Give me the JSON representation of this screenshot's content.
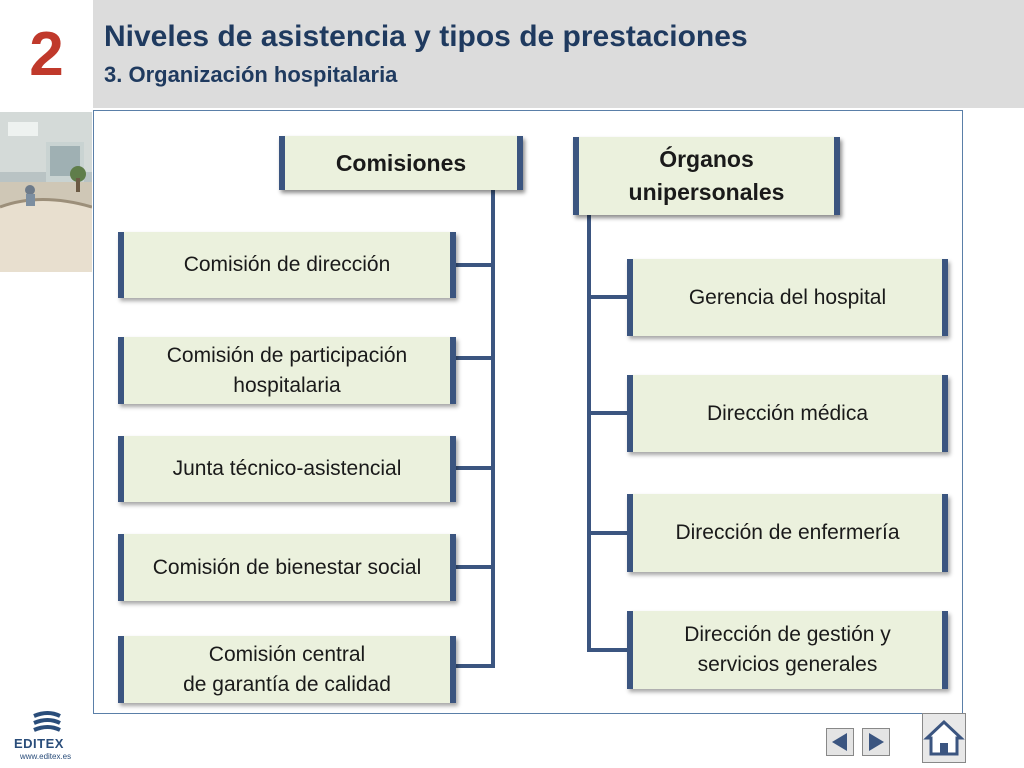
{
  "header": {
    "chapter_number": "2",
    "title": "Niveles de asistencia y tipos de prestaciones",
    "subtitle": "3. Organización hospitalaria"
  },
  "diagram": {
    "left_column": {
      "heading": "Comisiones",
      "items": [
        "Comisión de dirección",
        "Comisión de participación\nhospitalaria",
        "Junta técnico-asistencial",
        "Comisión de bienestar social",
        "Comisión central\nde garantía de calidad"
      ]
    },
    "right_column": {
      "heading": "Órganos\nunipersonales",
      "items": [
        "Gerencia del hospital",
        "Dirección médica",
        "Dirección de enfermería",
        "Dirección de gestión y\nservicios generales"
      ]
    }
  },
  "footer": {
    "logo_text": "EDITEX",
    "logo_url": "www.editex.es",
    "prev_icon": "arrow-left-icon",
    "next_icon": "arrow-right-icon",
    "home_icon": "home-icon"
  },
  "colors": {
    "accent_red": "#c0392b",
    "navy": "#3b5580",
    "box_fill": "#ebf1dd",
    "title": "#1f3a5f"
  }
}
